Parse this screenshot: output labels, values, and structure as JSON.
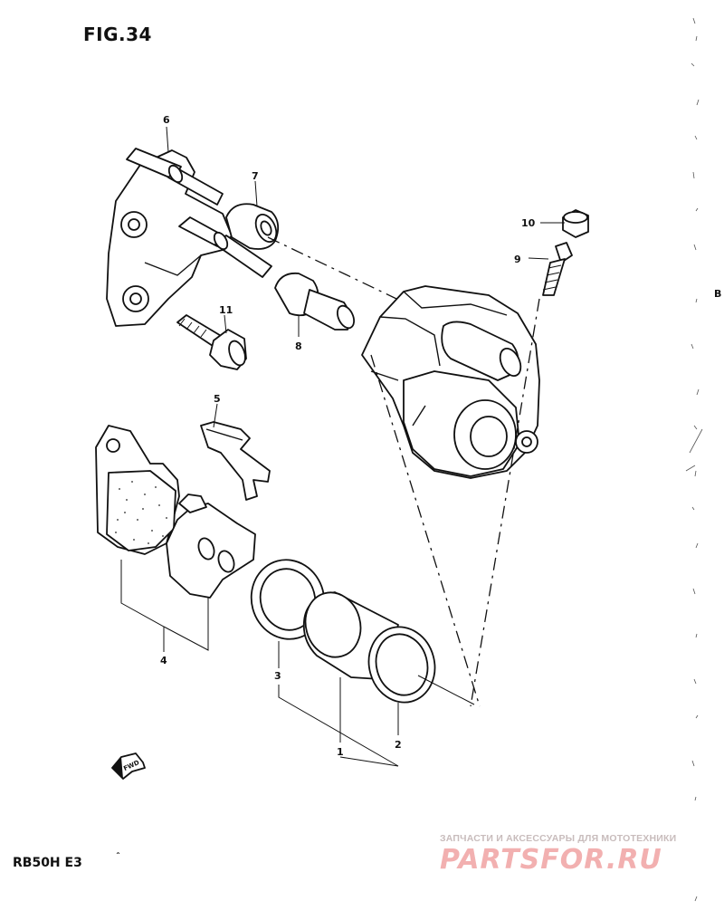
{
  "figure_title": "FIG.34",
  "model_code": "RB50H  E3",
  "callouts": {
    "c1": "1",
    "c2": "2",
    "c3": "3",
    "c4": "4",
    "c5": "5",
    "c6": "6",
    "c7": "7",
    "c8": "8",
    "c9": "9",
    "c10": "10",
    "c11": "11"
  },
  "fwd_label": "FWD",
  "margin_mark": "B",
  "watermark": {
    "tagline": "ЗАПЧАСТИ И АКСЕССУАРЫ ДЛЯ МОТОТЕХНИКИ",
    "brand": "PARTSFOR.RU"
  },
  "colors": {
    "ink": "#111111",
    "watermark_text": "#c8bcbc",
    "watermark_brand": "#f2b0b0"
  }
}
